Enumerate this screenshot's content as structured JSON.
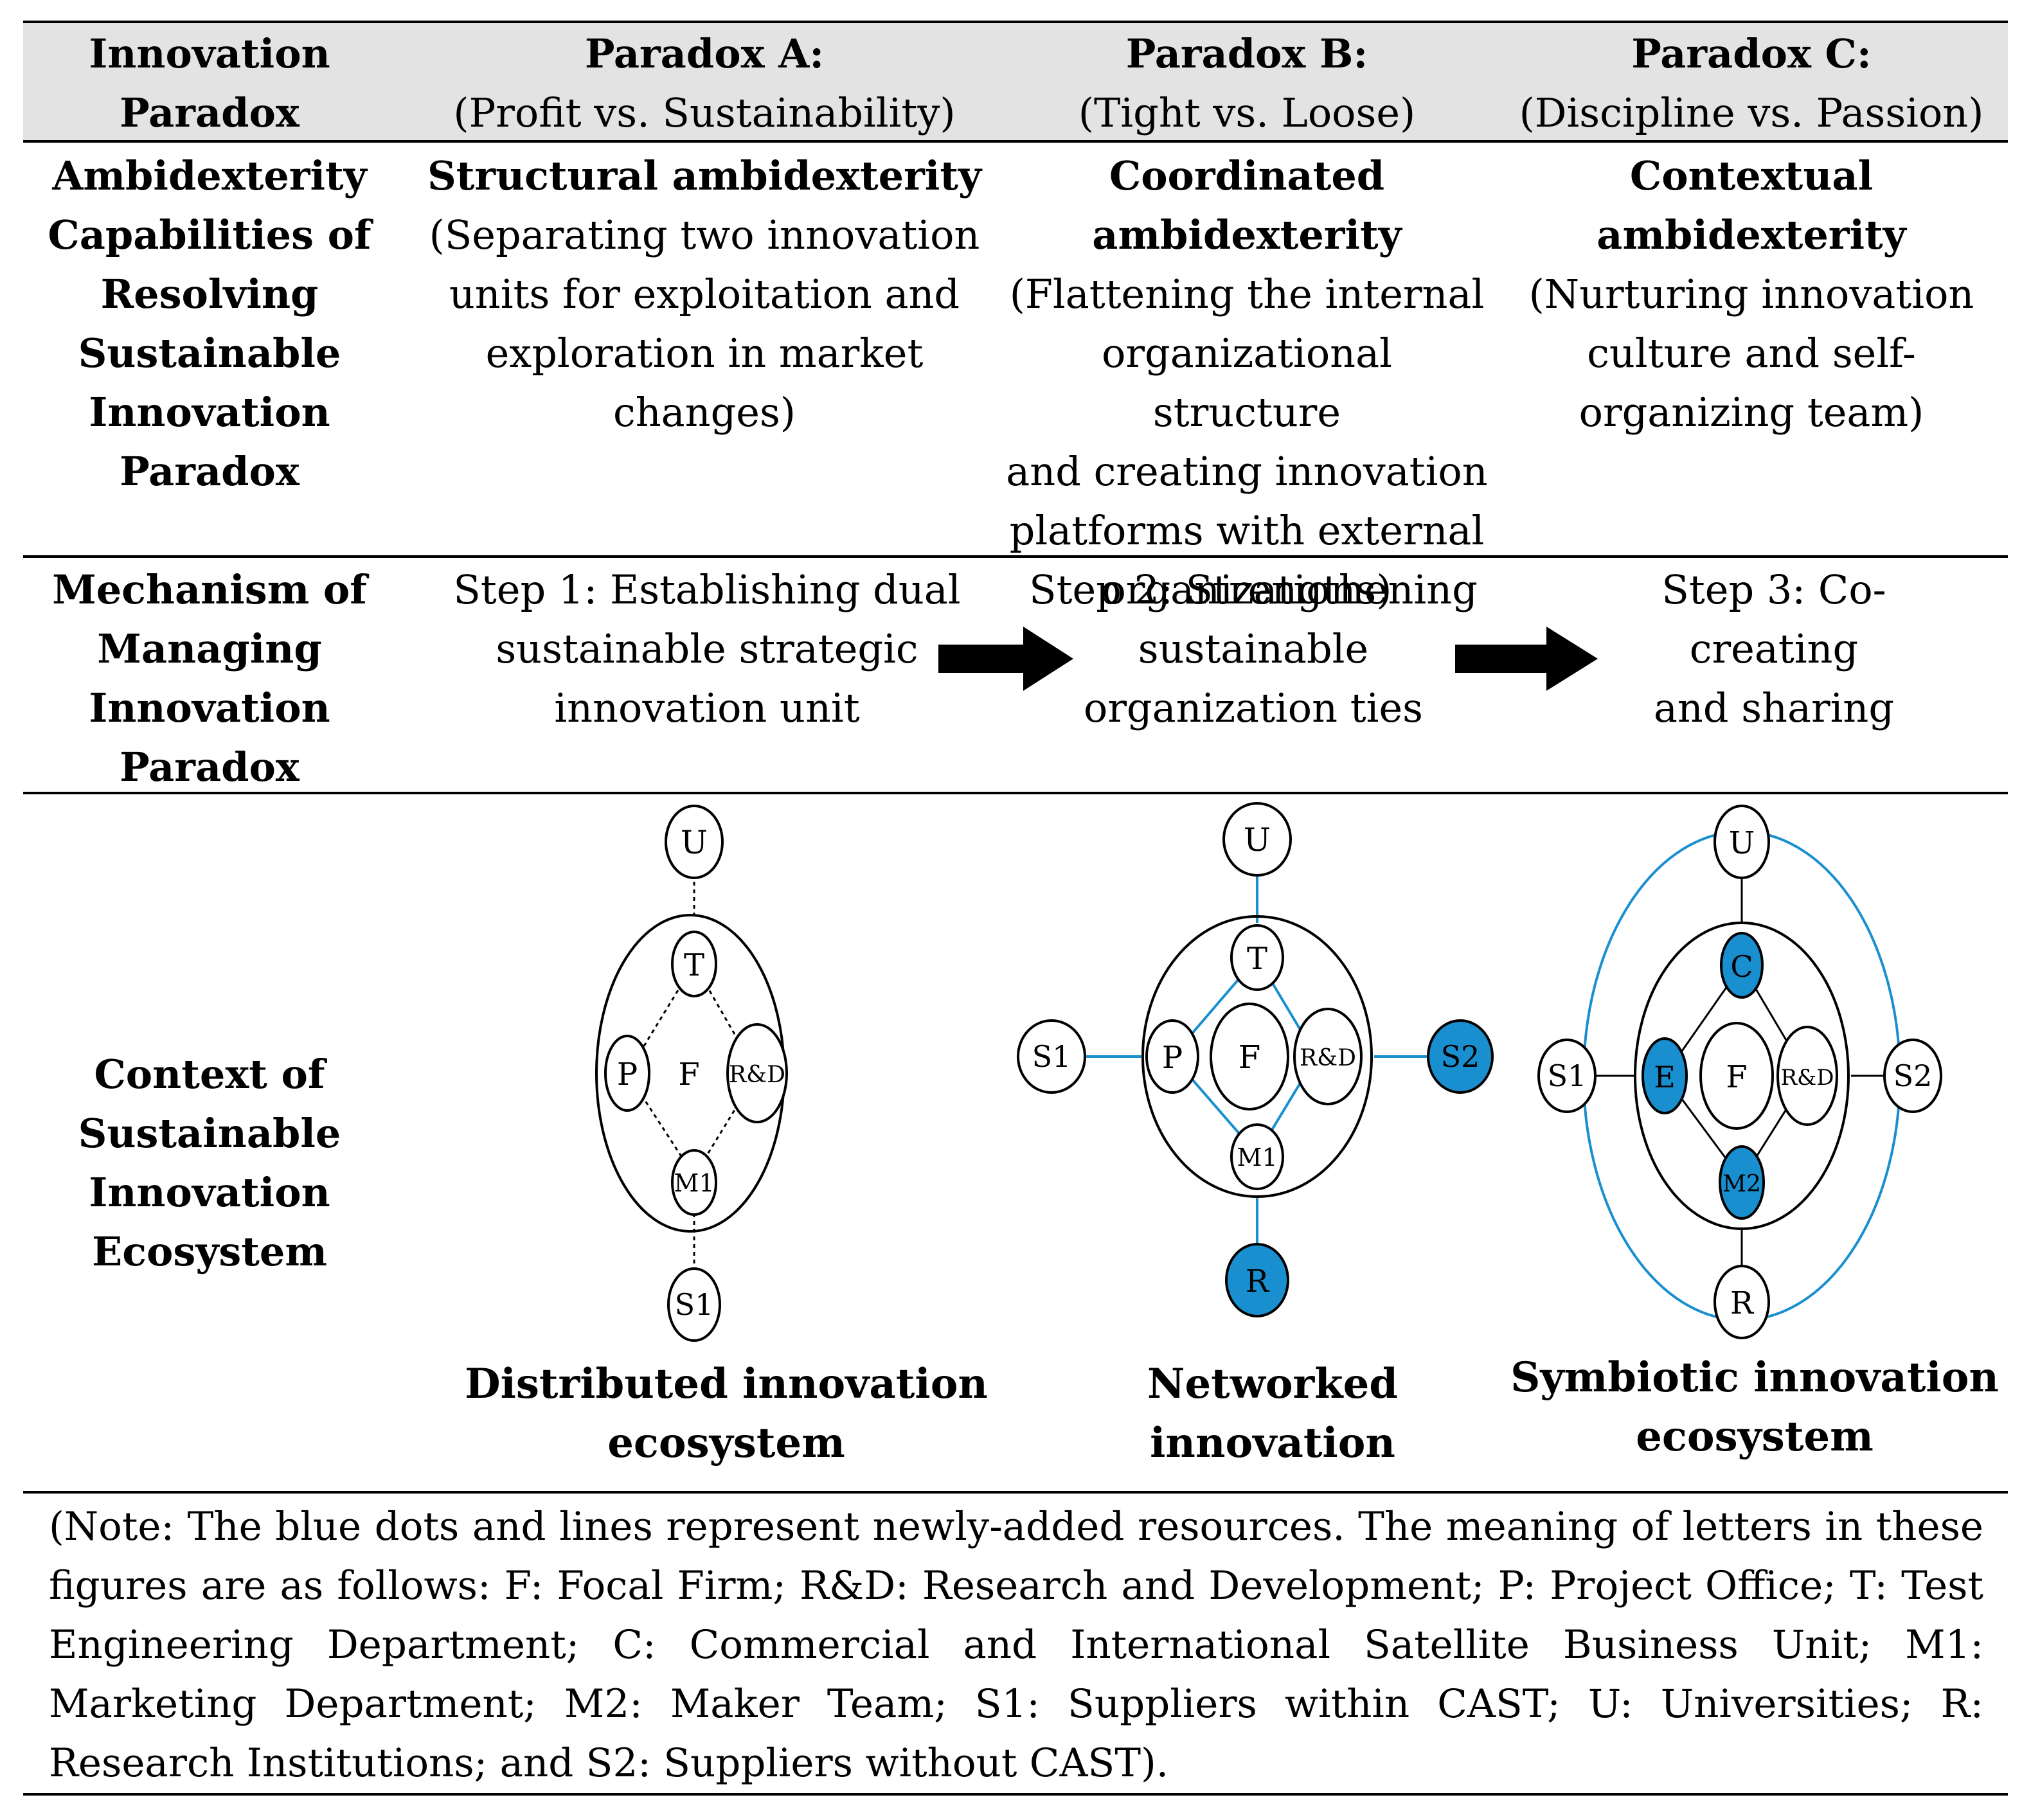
{
  "header": {
    "col0": [
      "Innovation",
      "Paradox"
    ],
    "col1": [
      "Paradox A:",
      "(Profit vs. Sustainability)"
    ],
    "col2": [
      "Paradox B:",
      "(Tight vs. Loose)"
    ],
    "col3": [
      "Paradox C:",
      "(Discipline vs. Passion)"
    ]
  },
  "row_ambidexterity": {
    "label": [
      "Ambidexterity",
      "Capabilities of",
      "Resolving",
      "Sustainable",
      "Innovation",
      "Paradox"
    ],
    "a_title": [
      "Structural ambidexterity"
    ],
    "a_desc": [
      "(Separating two innovation",
      "units for exploitation and",
      "exploration in market",
      "changes)"
    ],
    "b_title": [
      "Coordinated",
      "ambidexterity"
    ],
    "b_desc": [
      "(Flattening the internal",
      "organizational structure",
      "and creating innovation",
      "platforms with external",
      "organizations)"
    ],
    "c_title": [
      "Contextual",
      "ambidexterity"
    ],
    "c_desc": [
      "(Nurturing innovation",
      "culture and self-",
      "organizing team)"
    ]
  },
  "row_mechanism": {
    "label": [
      "Mechanism of",
      "Managing",
      "Innovation",
      "Paradox"
    ],
    "step1": [
      "Step 1: Establishing dual",
      "sustainable strategic",
      "innovation unit"
    ],
    "step2": [
      "Step 2: Strengthening",
      "sustainable",
      "organization ties"
    ],
    "step3": [
      "Step 3: Co-creating",
      "and sharing"
    ]
  },
  "row_context": {
    "label": [
      "Context of",
      "Sustainable",
      "Innovation",
      "Ecosystem"
    ],
    "caption_a": [
      "Distributed innovation",
      "ecosystem"
    ],
    "caption_b": [
      "Networked",
      "innovation"
    ],
    "caption_c": [
      "Symbiotic innovation",
      "ecosystem"
    ]
  },
  "diagrams": {
    "colors": {
      "new_resource": "#1a8fd0",
      "line": "#000000",
      "fill": "#ffffff"
    },
    "a": {
      "outer": "U",
      "top": "T",
      "left": "P",
      "center": "F",
      "right": "R&D",
      "bottom": "M1",
      "below": "S1"
    },
    "b": {
      "outer": "U",
      "top": "T",
      "left": "P",
      "center": "F",
      "right": "R&D",
      "bottom": "M1",
      "side_left": "S1",
      "side_right": "S2",
      "below": "R"
    },
    "c": {
      "outer": "U",
      "top": "C",
      "left": "E",
      "center": "F",
      "right": "R&D",
      "bottom": "M2",
      "side_left": "S1",
      "side_right": "S2",
      "below": "R"
    }
  },
  "note": "(Note: The blue dots and lines represent newly-added resources. The meaning of letters in these figures are as follows: F: Focal Firm; R&D: Research and Development; P: Project Office; T: Test Engineering Department; C: Commercial and International Satellite Business Unit; M1: Marketing Department; M2: Maker Team; S1: Suppliers within CAST; U: Universities; R: Research Institutions; and S2: Suppliers without CAST)."
}
